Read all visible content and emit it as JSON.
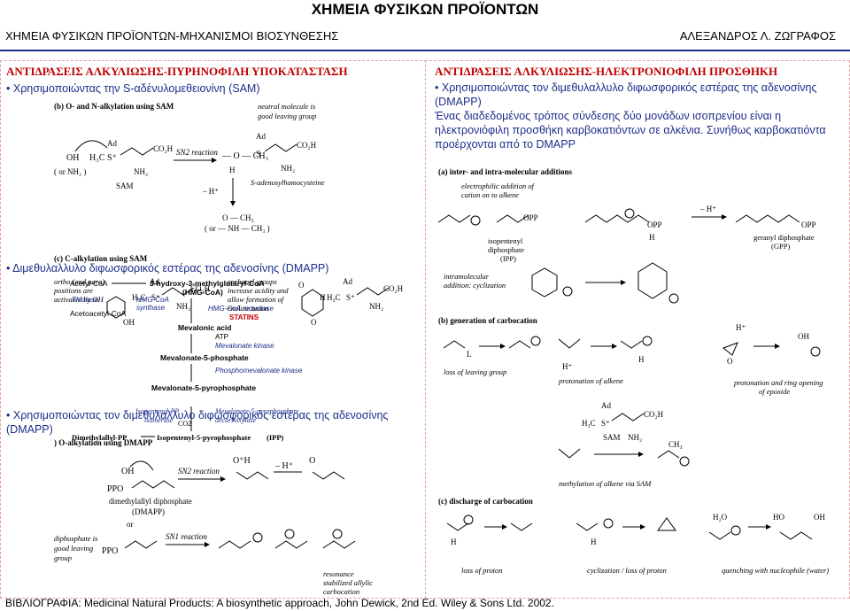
{
  "header": {
    "title": "ΧΗΜΕΙΑ ΦΥΣΙΚΩΝ ΠΡΟΪΟΝΤΩΝ",
    "subtitle_left": "ΧΗΜΕΙΑ ΦΥΣΙΚΩΝ ΠΡΟΪΟΝΤΩΝ-ΜΗΧΑΝΙΣΜΟΙ ΒΙΟΣΥΝΘΕΣΗΣ",
    "subtitle_right": "ΑΛΕΞΑΝΔΡΟΣ Λ. ΖΩΓΡΑΦΟΣ"
  },
  "left_panel": {
    "heading": "ΑΝΤΙΔΡΑΣΕΙΣ ΑΛΚΥΛΙΩΣΗΣ-ΠΥΡΗΝΟΦΙΛΗ ΥΠΟΚΑΤΑΣΤΑΣΗ",
    "bullet1": "Χρησιμοποιώντας την S-αδένυλομεθειονίνη (SAM)",
    "fig_b_label": "(b)  O- and N-alkylation using SAM",
    "fig_c_label": "(c)  C-alkylation using SAM",
    "sn2_label": "SN2 reaction",
    "neutral_note": "neutral molecule is good leaving group",
    "sah_label": "S-adenosylhomocysteine",
    "sam_label": "SAM",
    "ortho_note": "ortho (and para) positions are activated by OH",
    "carbonyl_note": "carbonyl groups increase acidity and allow formation of enolate anion",
    "bullet2": "Διμεθυλαλλυλο διφωσφορικός εστέρας της αδενοσίνης (DMAPP)",
    "pathway": {
      "acetyl": "Acetyl-CoA",
      "thiolase": "Thiolase",
      "acetoacetyl": "Acetoacetyl-CoA",
      "hmg": "3-hydroxy-3-methylglutaryl-CoA",
      "hmg_abbr": "(HMG-CoA)",
      "hmg_synthase": "HMG-CoA synthase",
      "hmg_reductase": "HMG-CoA reductase",
      "statins": "STATINS",
      "mevalonic": "Mevalonic acid",
      "atp": "ATP",
      "mev_kinase": "Mevalonate kinase",
      "mev5p": "Mevalonate-5-phosphate",
      "phospho_kinase": "Phosphomevalonate kinase",
      "mev5pp": "Mevalonate-5-pyrophosphate",
      "isomerase": "Isopentenyl-PP isomerase",
      "decarboxylase": "Mevalonate-5-pyrophosphate decarboxylase",
      "co2": "CO2",
      "dmapp": "Dimethylallyl-PP",
      "ipp": "Isopentenyl-5-pyrophosphate",
      "ipp_abbr": "(IPP)"
    },
    "bullet3": "Χρησιμοποιώντας τον διμεθυλαλλυλο διφωσφορικός εστέρας της αδενοσίνης (DMAPP)",
    "fig_dmapp_label": ")  O-alkylation using DMAPP",
    "dmapp_name": "dimethylallyl diphosphate",
    "dmapp_abbr": "(DMAPP)",
    "or_label": "or",
    "diphosphate_note": "diphosphate is good leaving group",
    "sn1_label": "SN1 reaction",
    "resonance_note": "resonance stabilized allylic carbocation"
  },
  "right_panel": {
    "heading": "ΑΝΤΙΔΡΑΣΕΙΣ ΑΛΚΥΛΙΩΣΗΣ-ΗΛΕΚΤΡΟΝΙΟΦΙΛΗ ΠΡΟΣΘΗΚΗ",
    "bullet1": "Χρησιμοποιώντας τον διμεθυλαλλυλο διφωσφορικός εστέρας της αδενοσίνης (DMAPP)",
    "paragraph": "Ένας διαδεδομένος τρόπος σύνδεσης δύο μονάδων ισοπρενίου είναι η ηλεκτρονιόφιλη προσθήκη καρβοκατιόντων σε αλκένια. Συνήθως καρβοκατιόντα προέρχονται από το DMAPP",
    "fig_a_label": "(a)  inter- and intra-molecular additions",
    "electrophilic_note": "electrophilic addition of cation on to alkene",
    "ipp_name": "isopentenyl diphosphate",
    "ipp_abbr": "(IPP)",
    "gpp_name": "geranyl diphosphate",
    "gpp_abbr": "(GPP)",
    "intra_note": "intramolecular addition: cyclization",
    "fig_b_label": "(b)  generation of carbocation",
    "loss_lg": "loss of leaving group",
    "protonation": "protonation of alkene",
    "epoxide": "protonation and ring opening of epoxide",
    "methylation": "methylation of alkene via SAM",
    "fig_c_label": "(c)  discharge of carbocation",
    "loss_proton": "loss of proton",
    "cyclization": "cyclization / loss of proton",
    "quenching": "quenching with nucleophile (water)"
  },
  "footer": {
    "text": "ΒΙΒΛΙΟΓΡΑΦΙΑ: Medicinal Natural Products: A biosynthetic approach, John Dewick, 2nd Ed. Wiley & Sons Ltd. 2002."
  }
}
